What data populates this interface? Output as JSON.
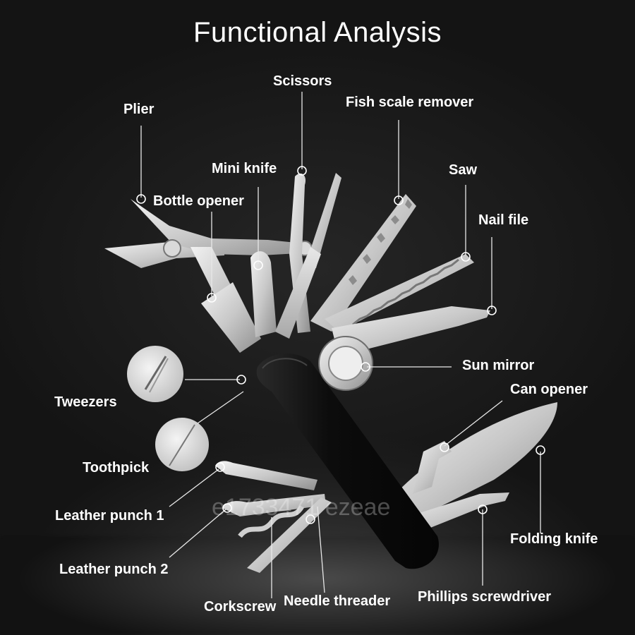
{
  "title": "Functional Analysis",
  "watermark": "e1733471 ezeae",
  "labels": {
    "plier": "Plier",
    "scissors": "Scissors",
    "fish_scale_remover": "Fish scale remover",
    "mini_knife": "Mini knife",
    "saw": "Saw",
    "bottle_opener": "Bottle opener",
    "nail_file": "Nail file",
    "sun_mirror": "Sun mirror",
    "can_opener": "Can opener",
    "tweezers": "Tweezers",
    "toothpick": "Toothpick",
    "leather_punch_1": "Leather punch 1",
    "leather_punch_2": "Leather punch 2",
    "folding_knife": "Folding knife",
    "corkscrew": "Corkscrew",
    "needle_threader": "Needle threader",
    "phillips_screwdriver": "Phillips screwdriver"
  },
  "colors": {
    "background": "#141414",
    "handle": "#0c0c0c",
    "steel_light": "#e6e6e6",
    "steel_dark": "#9a9a9a",
    "text": "#ffffff"
  }
}
